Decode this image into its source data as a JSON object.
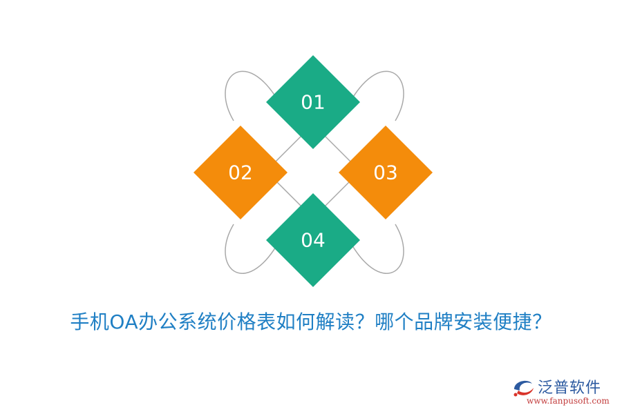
{
  "diagram": {
    "nodes": [
      {
        "label": "01",
        "color": "#1aab86"
      },
      {
        "label": "02",
        "color": "#f48c0b"
      },
      {
        "label": "03",
        "color": "#f48c0b"
      },
      {
        "label": "04",
        "color": "#1aab86"
      }
    ],
    "connector_color": "#a8a8a8"
  },
  "title": "手机OA办公系统价格表如何解读？哪个品牌安装便捷？",
  "logo": {
    "name": "泛普软件",
    "url": "www.fanpusoft.com",
    "colors": {
      "blue": "#2c5aa0",
      "red": "#d9342b"
    }
  }
}
